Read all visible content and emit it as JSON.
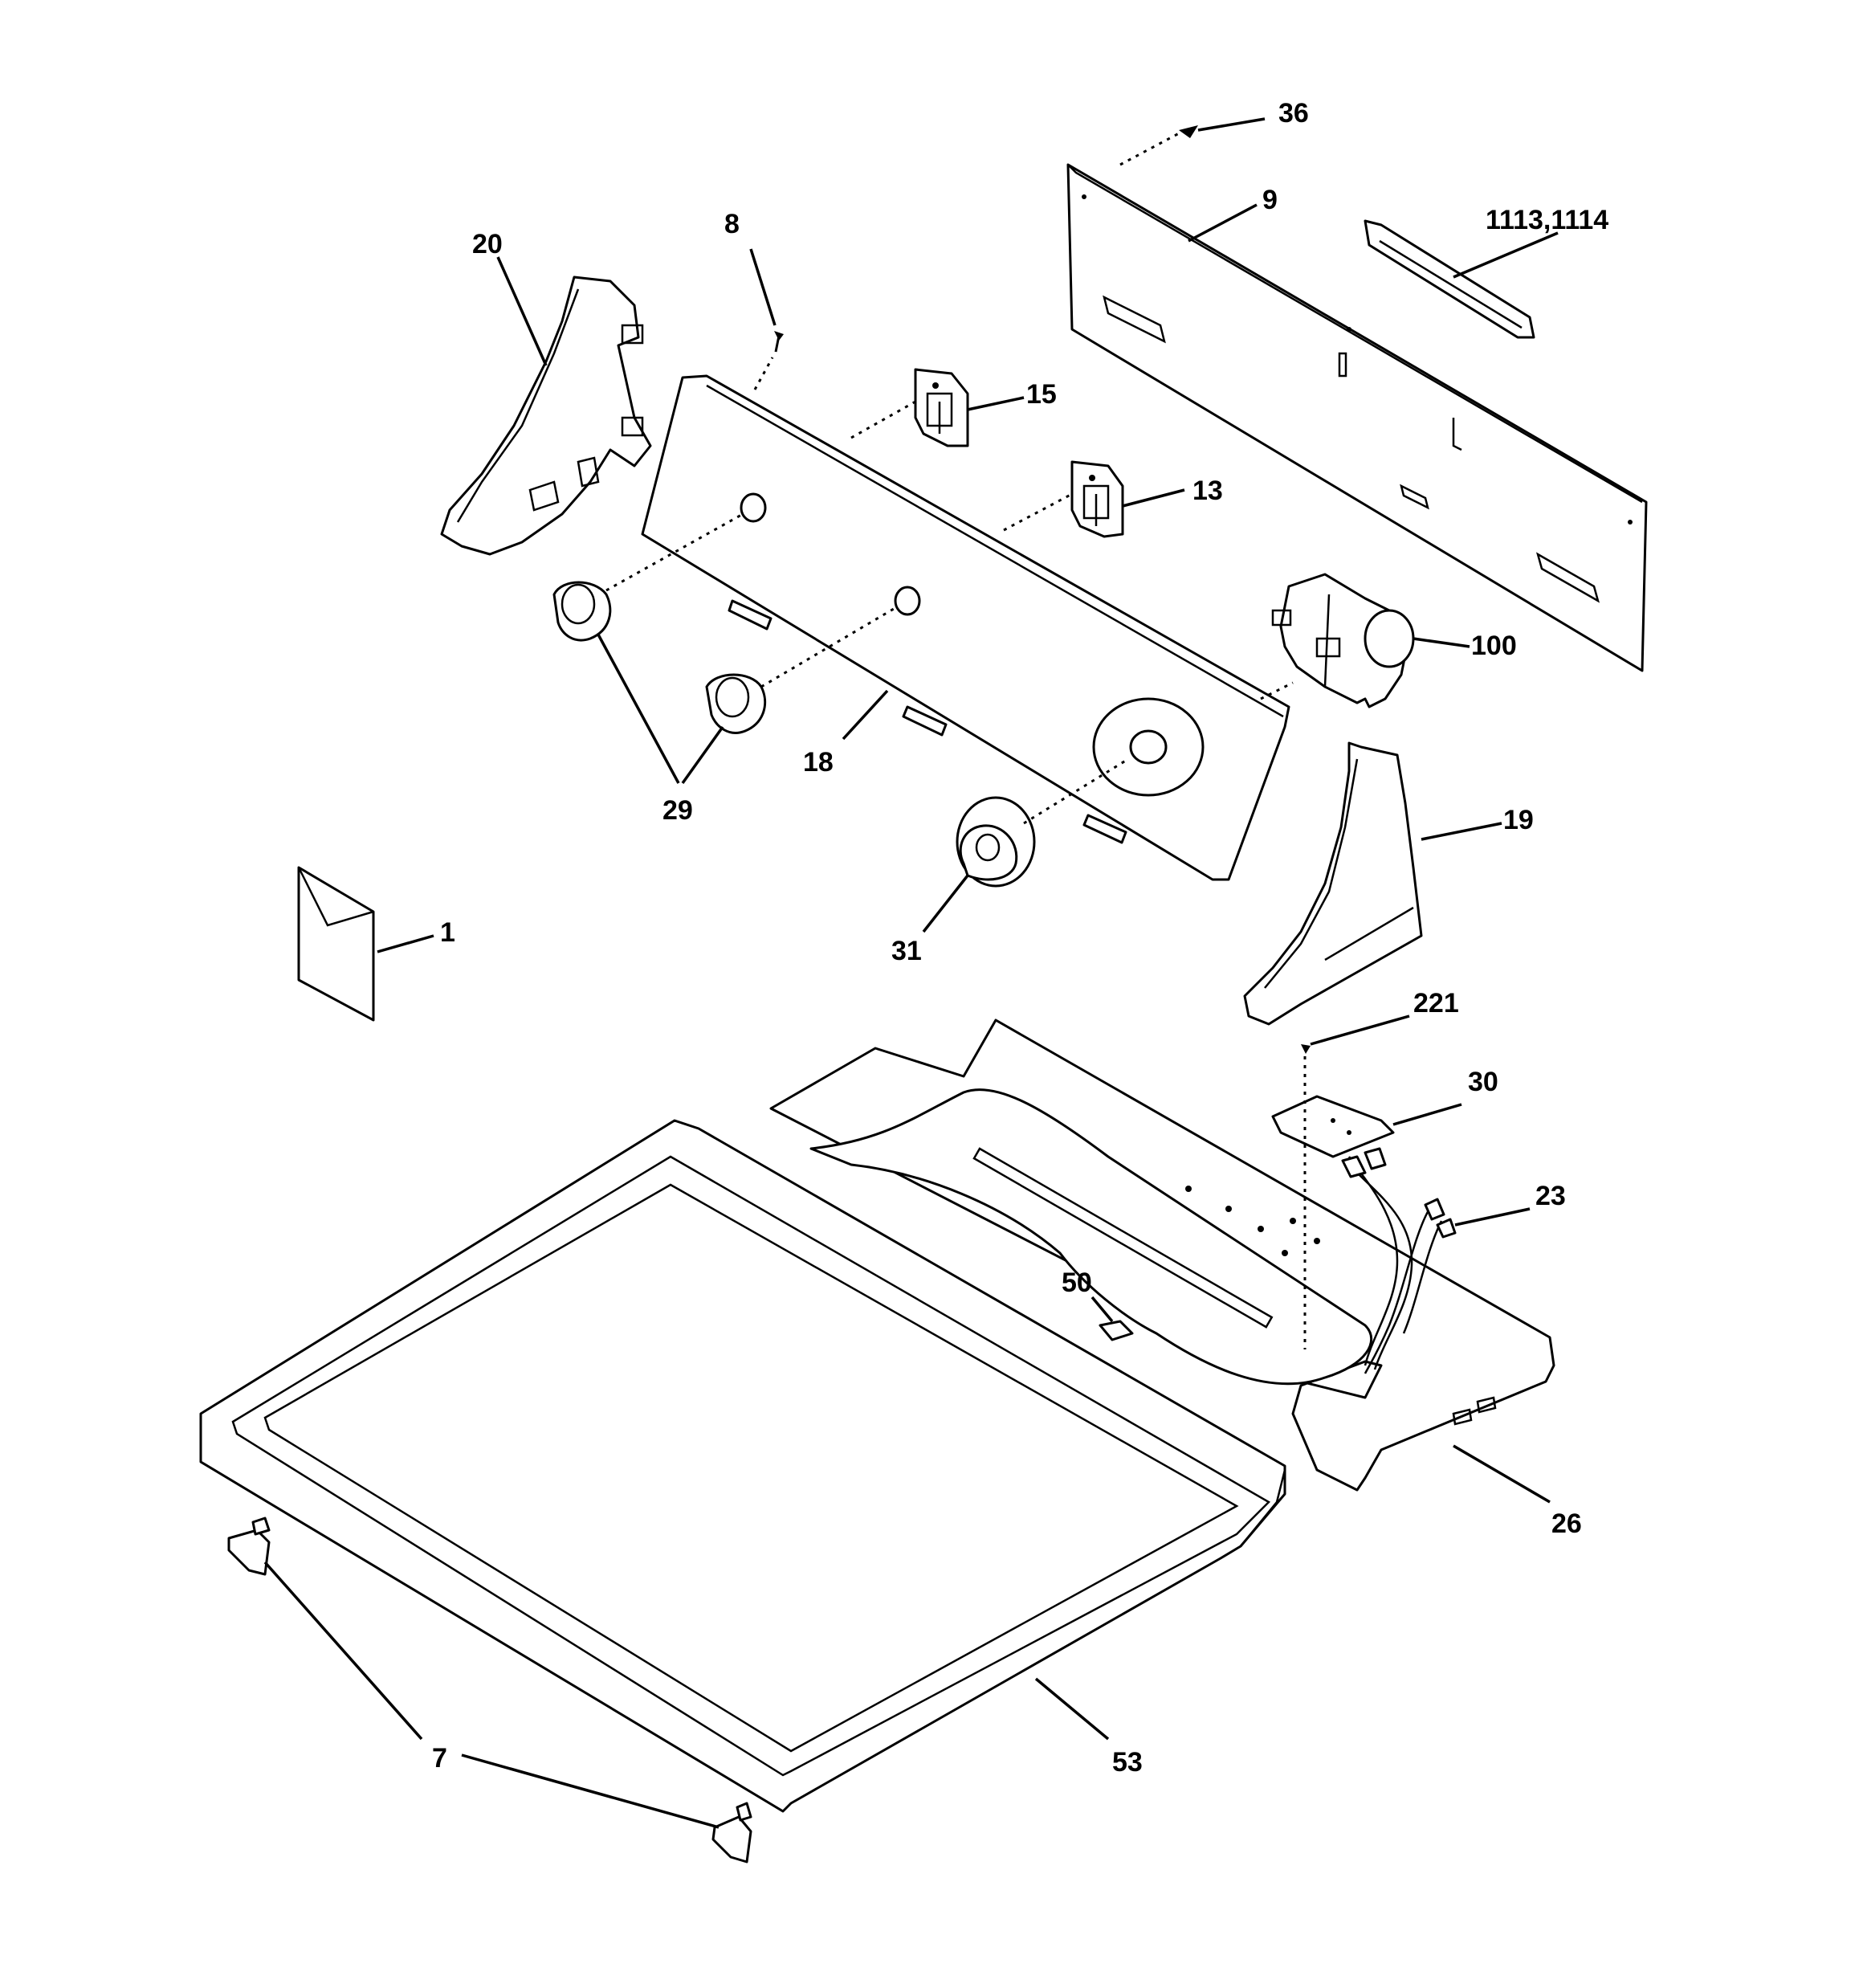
{
  "diagram": {
    "type": "exploded-parts-diagram",
    "callouts": {
      "c36": "36",
      "c9": "9",
      "c1113": "1113,1114",
      "c20": "20",
      "c8": "8",
      "c15": "15",
      "c13": "13",
      "c100": "100",
      "c18": "18",
      "c29": "29",
      "c19": "19",
      "c31": "31",
      "c1": "1",
      "c221": "221",
      "c30": "30",
      "c23": "23",
      "c50": "50",
      "c26": "26",
      "c53": "53",
      "c7": "7"
    }
  }
}
